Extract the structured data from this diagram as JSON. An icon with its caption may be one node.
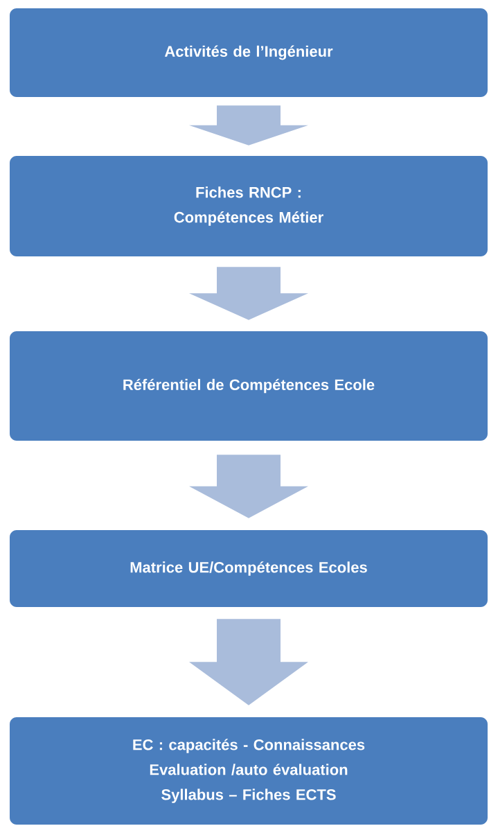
{
  "diagram": {
    "nodes": [
      {
        "text": [
          "Activités de l’Ingénieur"
        ]
      },
      {
        "text": [
          "Fiches RNCP :",
          "Compétences Métier"
        ]
      },
      {
        "text": [
          "Référentiel de Compétences Ecole"
        ]
      },
      {
        "text": [
          "Matrice UE/Compétences Ecoles"
        ]
      },
      {
        "text": [
          "EC : capacités - Connaissances",
          "Evaluation /auto évaluation",
          "Syllabus – Fiches ECTS"
        ]
      }
    ],
    "edges": [
      {
        "from": 0,
        "to": 1,
        "arrow": "to"
      },
      {
        "from": 1,
        "to": 2,
        "arrow": "to"
      },
      {
        "from": 2,
        "to": 3,
        "arrow": "to"
      },
      {
        "from": 3,
        "to": 4,
        "arrow": "to"
      }
    ]
  }
}
